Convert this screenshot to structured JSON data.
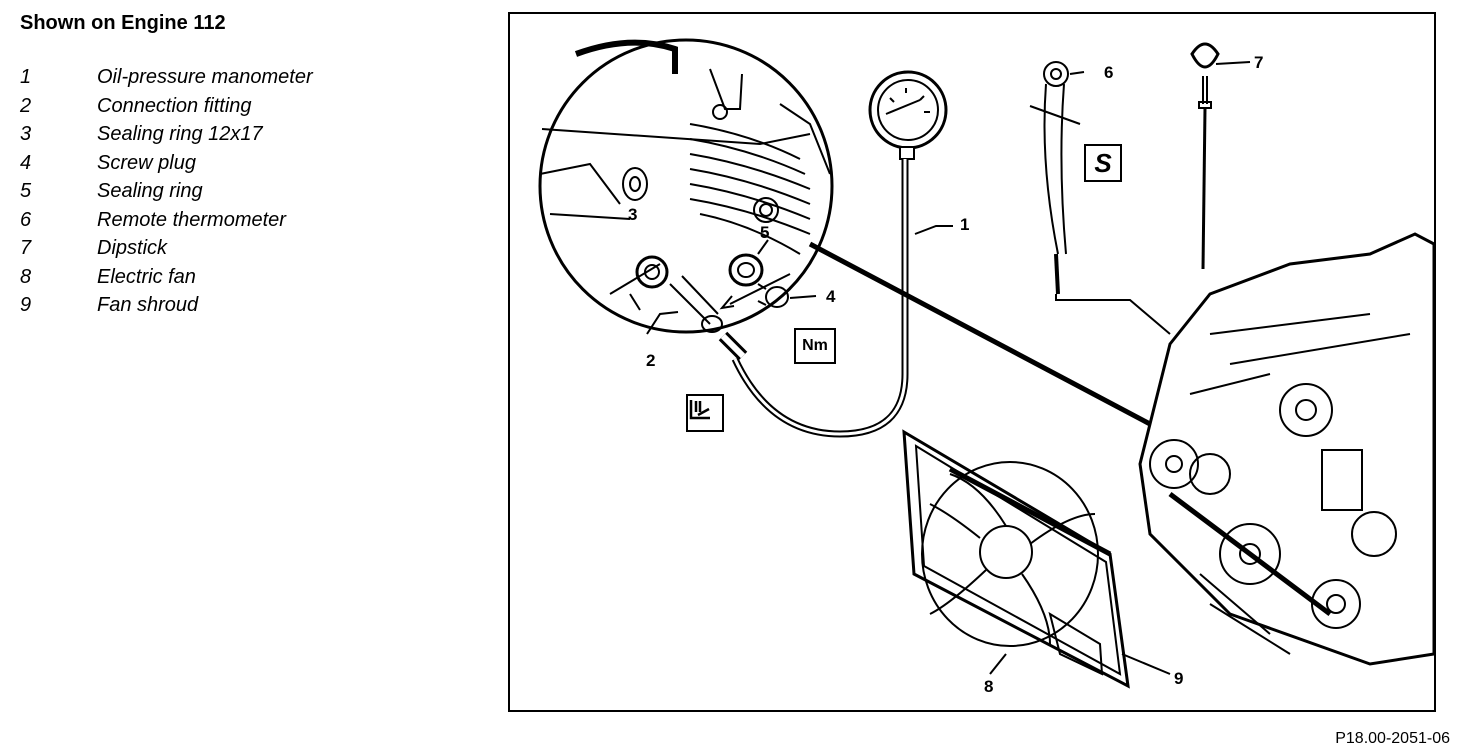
{
  "title": "Shown on Engine 112",
  "legend": [
    {
      "num": "1",
      "label": "Oil-pressure manometer"
    },
    {
      "num": "2",
      "label": "Connection fitting"
    },
    {
      "num": "3",
      "label": "Sealing ring 12x17"
    },
    {
      "num": "4",
      "label": "Screw plug"
    },
    {
      "num": "5",
      "label": "Sealing ring"
    },
    {
      "num": "6",
      "label": "Remote thermometer"
    },
    {
      "num": "7",
      "label": "Dipstick"
    },
    {
      "num": "8",
      "label": "Electric fan"
    },
    {
      "num": "9",
      "label": "Fan shroud"
    }
  ],
  "callouts": {
    "c1": "1",
    "c2": "2",
    "c3": "3",
    "c4": "4",
    "c5": "5",
    "c6": "6",
    "c7": "7",
    "c8": "8",
    "c9": "9"
  },
  "symbols": {
    "torque": "Nm",
    "special_tool": "S"
  },
  "figure_ref": "P18.00-2051-06"
}
